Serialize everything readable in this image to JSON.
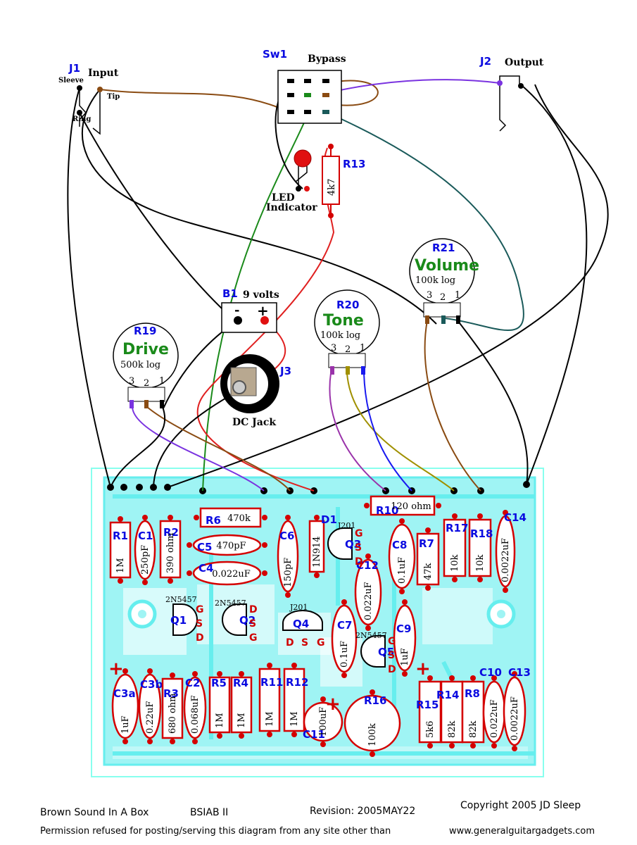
{
  "jacks": {
    "j1_ref": "J1",
    "j1_label": "Input",
    "sleeve": "Sleeve",
    "tip": "Tip",
    "ring": "Ring",
    "j2_ref": "J2",
    "j2_label": "Output",
    "j3_ref": "J3",
    "j3_label": "DC Jack"
  },
  "switch": {
    "ref": "Sw1",
    "label": "Bypass"
  },
  "led": {
    "label_1": "LED",
    "label_2": "Indicator"
  },
  "battery": {
    "ref": "B1",
    "label": "9 volts",
    "minus": "-",
    "plus": "+"
  },
  "r13": {
    "ref": "R13",
    "value": "4k7"
  },
  "pots": {
    "drive": {
      "ref": "R19",
      "name": "Drive",
      "value": "500k log"
    },
    "tone": {
      "ref": "R20",
      "name": "Tone",
      "value": "100k log"
    },
    "volume": {
      "ref": "R21",
      "name": "Volume",
      "value": "100k log"
    },
    "pin1": "1",
    "pin2": "2",
    "pin3": "3"
  },
  "board": {
    "parts": [
      {
        "ref": "R1",
        "value": "1M"
      },
      {
        "ref": "C1",
        "value": "250pF"
      },
      {
        "ref": "R2",
        "value": "390 ohm"
      },
      {
        "ref": "R6",
        "value": "470k"
      },
      {
        "ref": "C5",
        "value": "470pF"
      },
      {
        "ref": "C4",
        "value": "0.022uF"
      },
      {
        "ref": "C6",
        "value": "150pF"
      },
      {
        "ref": "D1",
        "value": "1N914"
      },
      {
        "ref": "R10",
        "value": "120 ohm"
      },
      {
        "ref": "C8",
        "value": "0.1uF"
      },
      {
        "ref": "R7",
        "value": "47k"
      },
      {
        "ref": "R17",
        "value": "10k"
      },
      {
        "ref": "R18",
        "value": "10k"
      },
      {
        "ref": "C14",
        "value": "0.0022uF"
      },
      {
        "ref": "C12",
        "value": "0.022uF"
      },
      {
        "ref": "C7",
        "value": "0.1uF"
      },
      {
        "ref": "C9",
        "value": "1uF"
      },
      {
        "ref": "C3a",
        "value": "1uF"
      },
      {
        "ref": "C3b",
        "value": "0.22uF"
      },
      {
        "ref": "R3",
        "value": "680 ohm"
      },
      {
        "ref": "C2",
        "value": "0.068uF"
      },
      {
        "ref": "R5",
        "value": "1M"
      },
      {
        "ref": "R4",
        "value": "1M"
      },
      {
        "ref": "R11",
        "value": "1M"
      },
      {
        "ref": "R12",
        "value": "1M"
      },
      {
        "ref": "C11",
        "value": "100uF"
      },
      {
        "ref": "R16",
        "value": "100k"
      },
      {
        "ref": "R15",
        "value": "5k6"
      },
      {
        "ref": "R14",
        "value": "82k"
      },
      {
        "ref": "R8",
        "value": "82k"
      },
      {
        "ref": "C10",
        "value": "0.022uF"
      },
      {
        "ref": "C13",
        "value": "0.0022uF"
      }
    ],
    "transistors": [
      {
        "ref": "Q1",
        "type": "2N5457"
      },
      {
        "ref": "Q2",
        "type": "2N5457"
      },
      {
        "ref": "Q3",
        "type": "J201"
      },
      {
        "ref": "Q4",
        "type": "J201"
      },
      {
        "ref": "Q5",
        "type": "2N5457"
      }
    ],
    "pin_g": "G",
    "pin_s": "S",
    "pin_d": "D",
    "polarity": "+"
  },
  "footer": {
    "title": "Brown Sound In A Box",
    "code": "BSIAB II",
    "revision": "Revision:  2005MAY22",
    "copyright": "Copyright 2005  JD Sleep",
    "permission": "Permission refused for posting/serving this diagram from any site other than",
    "site": "www.generalguitargadgets.com"
  },
  "colors": {
    "board": "#7ff0f0",
    "pad": "#000000",
    "part": "#d40000",
    "ref": "#0a0ae0"
  }
}
